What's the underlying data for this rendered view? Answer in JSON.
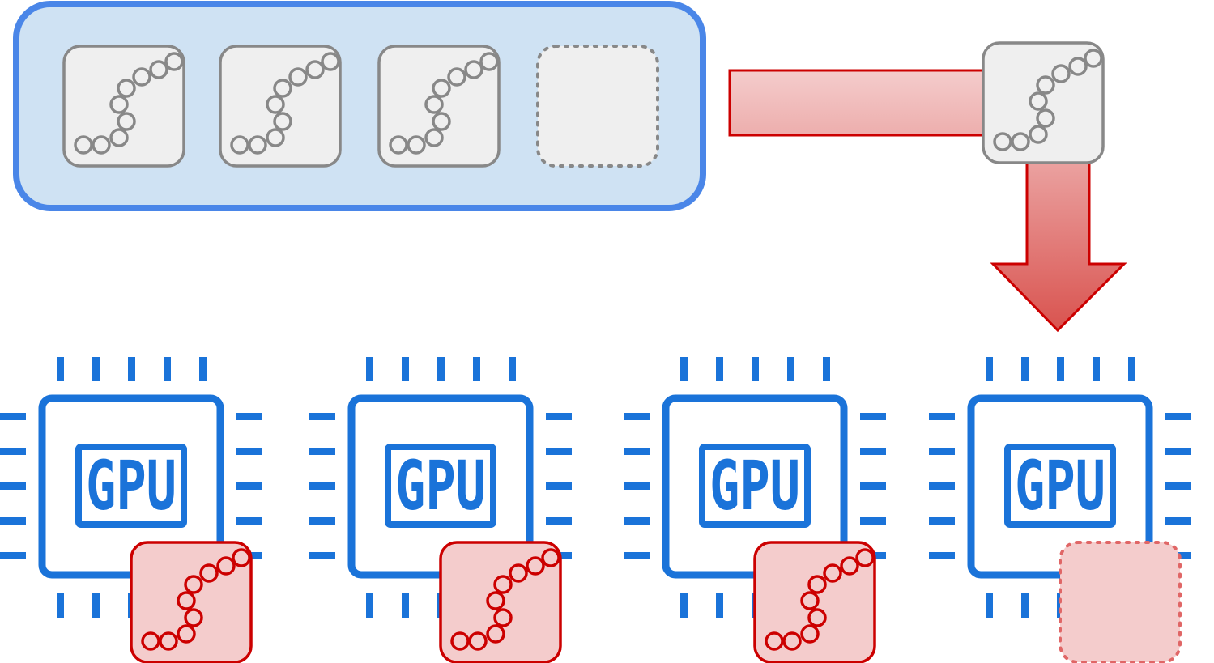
{
  "colors": {
    "queue_fill": "#cfe2f3",
    "queue_stroke": "#4a86e8",
    "tile_fill": "#efefef",
    "tile_stroke": "#888888",
    "gpu_blue": "#1a73d9",
    "arrow_fill": "#f4cccc",
    "arrow_stroke": "#cc0000",
    "assigned_fill": "#f4cccc",
    "assigned_stroke": "#cc0000",
    "empty_dot_stroke": "#e06666"
  },
  "icons": {
    "molecule": "molecule-chain-icon",
    "gpu": "gpu-chip-icon",
    "arrow": "assignment-arrow-icon"
  },
  "queue": {
    "slots": [
      {
        "filled": true
      },
      {
        "filled": true
      },
      {
        "filled": true
      },
      {
        "filled": false
      }
    ]
  },
  "gpus": [
    {
      "label": "GPU",
      "assigned": true
    },
    {
      "label": "GPU",
      "assigned": true
    },
    {
      "label": "GPU",
      "assigned": true
    },
    {
      "label": "GPU",
      "assigned": false
    }
  ]
}
